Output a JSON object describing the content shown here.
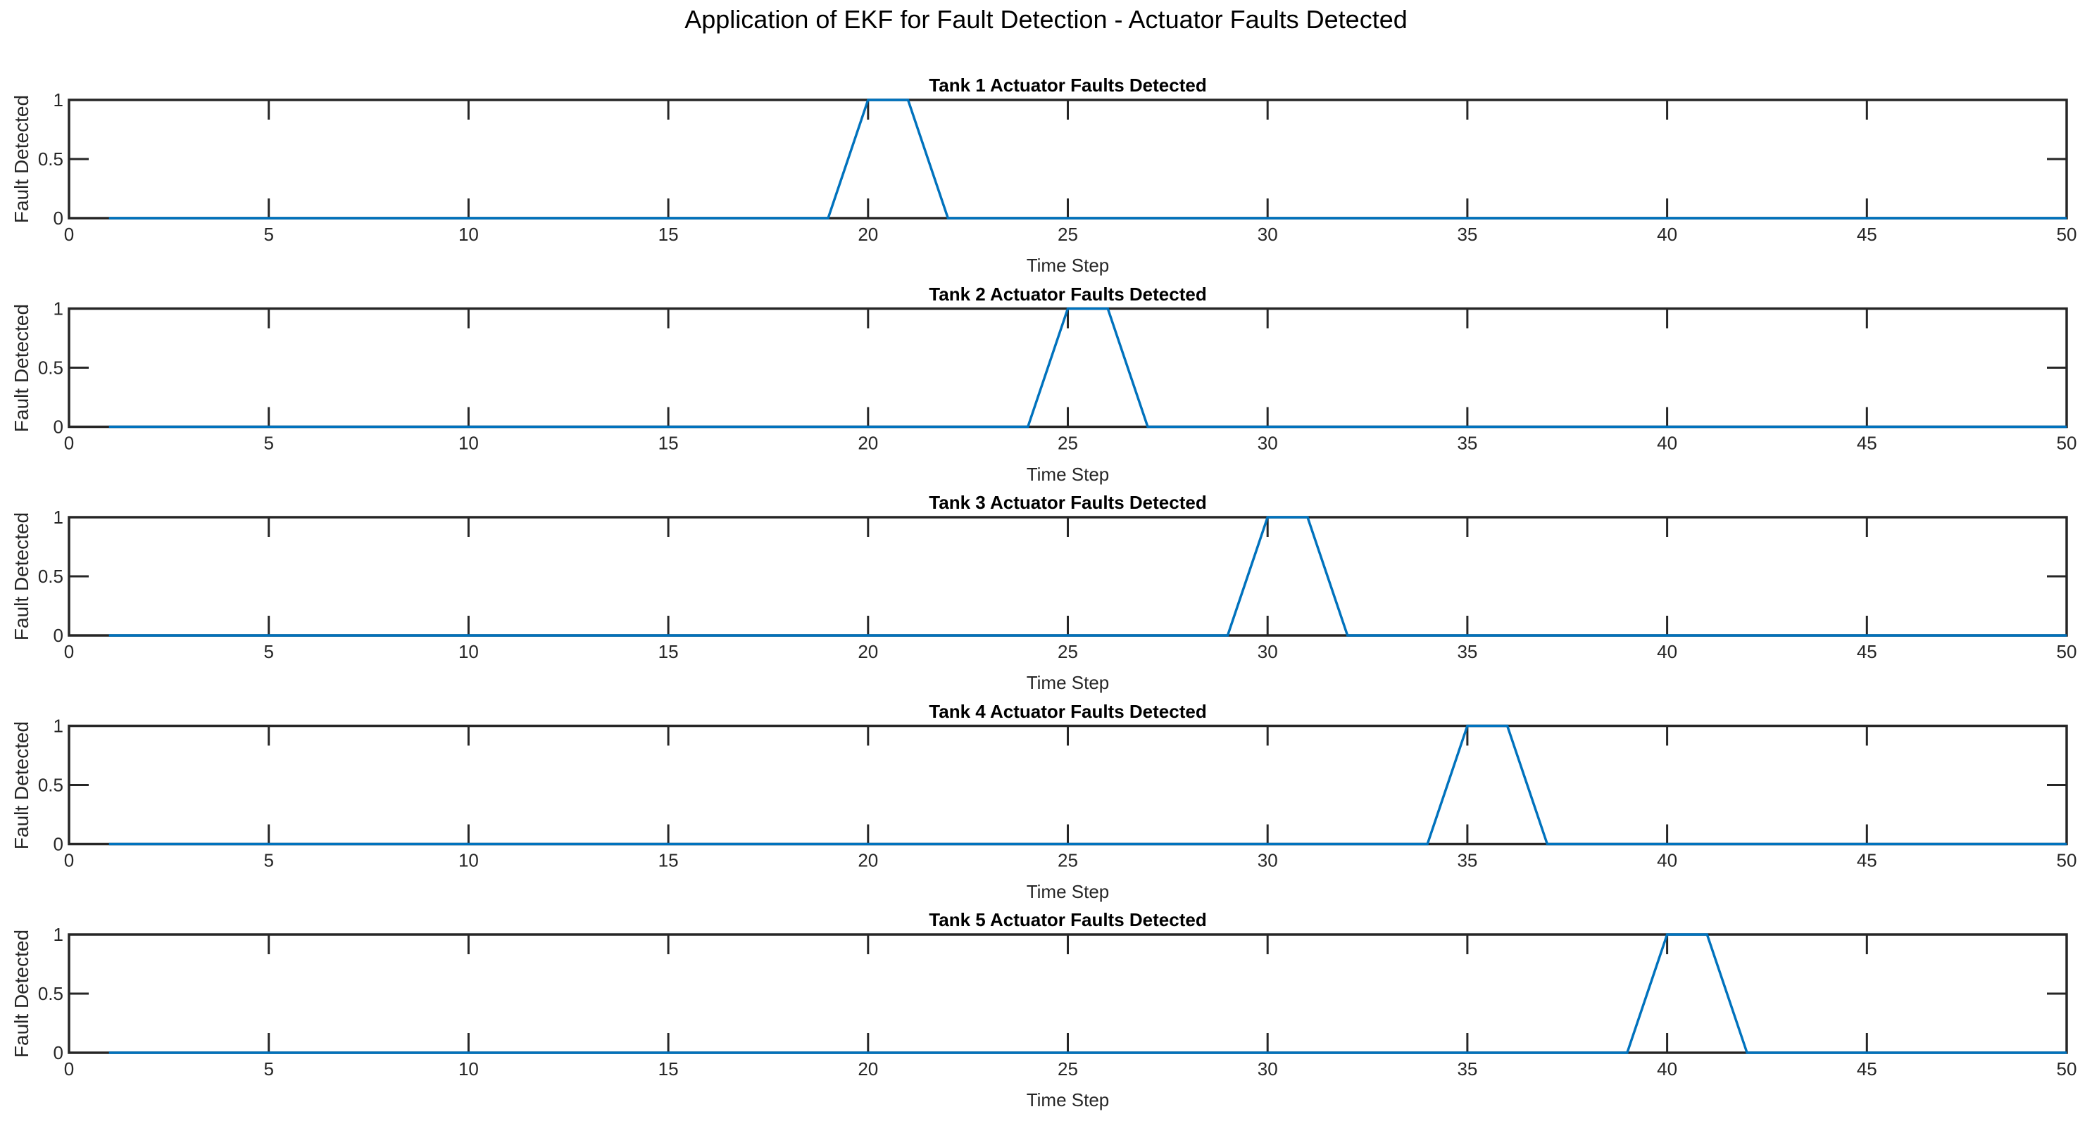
{
  "figure": {
    "title": "Application of EKF for Fault Detection - Actuator Faults Detected",
    "background": "#FFFFFF",
    "axis_color": "#262626",
    "line_color": "#0072BD"
  },
  "chart_data": [
    {
      "type": "line",
      "title": "Tank 1 Actuator Faults Detected",
      "xlabel": "Time Step",
      "ylabel": "Fault Detected",
      "xlim": [
        0,
        50
      ],
      "ylim": [
        0,
        1
      ],
      "xticks": [
        0,
        5,
        10,
        15,
        20,
        25,
        30,
        35,
        40,
        45,
        50
      ],
      "yticks": [
        0,
        0.5,
        1
      ],
      "grid": false,
      "legend": "none",
      "line_color": "#0072BD",
      "x": [
        1,
        2,
        3,
        4,
        5,
        6,
        7,
        8,
        9,
        10,
        11,
        12,
        13,
        14,
        15,
        16,
        17,
        18,
        19,
        20,
        21,
        22,
        23,
        24,
        25,
        26,
        27,
        28,
        29,
        30,
        31,
        32,
        33,
        34,
        35,
        36,
        37,
        38,
        39,
        40,
        41,
        42,
        43,
        44,
        45,
        46,
        47,
        48,
        49,
        50
      ],
      "values": [
        0,
        0,
        0,
        0,
        0,
        0,
        0,
        0,
        0,
        0,
        0,
        0,
        0,
        0,
        0,
        0,
        0,
        0,
        0,
        1,
        1,
        0,
        0,
        0,
        0,
        0,
        0,
        0,
        0,
        0,
        0,
        0,
        0,
        0,
        0,
        0,
        0,
        0,
        0,
        0,
        0,
        0,
        0,
        0,
        0,
        0,
        0,
        0,
        0,
        0
      ]
    },
    {
      "type": "line",
      "title": "Tank 2 Actuator Faults Detected",
      "xlabel": "Time Step",
      "ylabel": "Fault Detected",
      "xlim": [
        0,
        50
      ],
      "ylim": [
        0,
        1
      ],
      "xticks": [
        0,
        5,
        10,
        15,
        20,
        25,
        30,
        35,
        40,
        45,
        50
      ],
      "yticks": [
        0,
        0.5,
        1
      ],
      "grid": false,
      "legend": "none",
      "line_color": "#0072BD",
      "x": [
        1,
        2,
        3,
        4,
        5,
        6,
        7,
        8,
        9,
        10,
        11,
        12,
        13,
        14,
        15,
        16,
        17,
        18,
        19,
        20,
        21,
        22,
        23,
        24,
        25,
        26,
        27,
        28,
        29,
        30,
        31,
        32,
        33,
        34,
        35,
        36,
        37,
        38,
        39,
        40,
        41,
        42,
        43,
        44,
        45,
        46,
        47,
        48,
        49,
        50
      ],
      "values": [
        0,
        0,
        0,
        0,
        0,
        0,
        0,
        0,
        0,
        0,
        0,
        0,
        0,
        0,
        0,
        0,
        0,
        0,
        0,
        0,
        0,
        0,
        0,
        0,
        1,
        1,
        0,
        0,
        0,
        0,
        0,
        0,
        0,
        0,
        0,
        0,
        0,
        0,
        0,
        0,
        0,
        0,
        0,
        0,
        0,
        0,
        0,
        0,
        0,
        0
      ]
    },
    {
      "type": "line",
      "title": "Tank 3 Actuator Faults Detected",
      "xlabel": "Time Step",
      "ylabel": "Fault Detected",
      "xlim": [
        0,
        50
      ],
      "ylim": [
        0,
        1
      ],
      "xticks": [
        0,
        5,
        10,
        15,
        20,
        25,
        30,
        35,
        40,
        45,
        50
      ],
      "yticks": [
        0,
        0.5,
        1
      ],
      "grid": false,
      "legend": "none",
      "line_color": "#0072BD",
      "x": [
        1,
        2,
        3,
        4,
        5,
        6,
        7,
        8,
        9,
        10,
        11,
        12,
        13,
        14,
        15,
        16,
        17,
        18,
        19,
        20,
        21,
        22,
        23,
        24,
        25,
        26,
        27,
        28,
        29,
        30,
        31,
        32,
        33,
        34,
        35,
        36,
        37,
        38,
        39,
        40,
        41,
        42,
        43,
        44,
        45,
        46,
        47,
        48,
        49,
        50
      ],
      "values": [
        0,
        0,
        0,
        0,
        0,
        0,
        0,
        0,
        0,
        0,
        0,
        0,
        0,
        0,
        0,
        0,
        0,
        0,
        0,
        0,
        0,
        0,
        0,
        0,
        0,
        0,
        0,
        0,
        0,
        1,
        1,
        0,
        0,
        0,
        0,
        0,
        0,
        0,
        0,
        0,
        0,
        0,
        0,
        0,
        0,
        0,
        0,
        0,
        0,
        0
      ]
    },
    {
      "type": "line",
      "title": "Tank 4 Actuator Faults Detected",
      "xlabel": "Time Step",
      "ylabel": "Fault Detected",
      "xlim": [
        0,
        50
      ],
      "ylim": [
        0,
        1
      ],
      "xticks": [
        0,
        5,
        10,
        15,
        20,
        25,
        30,
        35,
        40,
        45,
        50
      ],
      "yticks": [
        0,
        0.5,
        1
      ],
      "grid": false,
      "legend": "none",
      "line_color": "#0072BD",
      "x": [
        1,
        2,
        3,
        4,
        5,
        6,
        7,
        8,
        9,
        10,
        11,
        12,
        13,
        14,
        15,
        16,
        17,
        18,
        19,
        20,
        21,
        22,
        23,
        24,
        25,
        26,
        27,
        28,
        29,
        30,
        31,
        32,
        33,
        34,
        35,
        36,
        37,
        38,
        39,
        40,
        41,
        42,
        43,
        44,
        45,
        46,
        47,
        48,
        49,
        50
      ],
      "values": [
        0,
        0,
        0,
        0,
        0,
        0,
        0,
        0,
        0,
        0,
        0,
        0,
        0,
        0,
        0,
        0,
        0,
        0,
        0,
        0,
        0,
        0,
        0,
        0,
        0,
        0,
        0,
        0,
        0,
        0,
        0,
        0,
        0,
        0,
        1,
        1,
        0,
        0,
        0,
        0,
        0,
        0,
        0,
        0,
        0,
        0,
        0,
        0,
        0,
        0
      ]
    },
    {
      "type": "line",
      "title": "Tank 5 Actuator Faults Detected",
      "xlabel": "Time Step",
      "ylabel": "Fault Detected",
      "xlim": [
        0,
        50
      ],
      "ylim": [
        0,
        1
      ],
      "xticks": [
        0,
        5,
        10,
        15,
        20,
        25,
        30,
        35,
        40,
        45,
        50
      ],
      "yticks": [
        0,
        0.5,
        1
      ],
      "grid": false,
      "legend": "none",
      "line_color": "#0072BD",
      "x": [
        1,
        2,
        3,
        4,
        5,
        6,
        7,
        8,
        9,
        10,
        11,
        12,
        13,
        14,
        15,
        16,
        17,
        18,
        19,
        20,
        21,
        22,
        23,
        24,
        25,
        26,
        27,
        28,
        29,
        30,
        31,
        32,
        33,
        34,
        35,
        36,
        37,
        38,
        39,
        40,
        41,
        42,
        43,
        44,
        45,
        46,
        47,
        48,
        49,
        50
      ],
      "values": [
        0,
        0,
        0,
        0,
        0,
        0,
        0,
        0,
        0,
        0,
        0,
        0,
        0,
        0,
        0,
        0,
        0,
        0,
        0,
        0,
        0,
        0,
        0,
        0,
        0,
        0,
        0,
        0,
        0,
        0,
        0,
        0,
        0,
        0,
        0,
        0,
        0,
        0,
        0,
        1,
        1,
        0,
        0,
        0,
        0,
        0,
        0,
        0,
        0,
        0
      ]
    }
  ]
}
